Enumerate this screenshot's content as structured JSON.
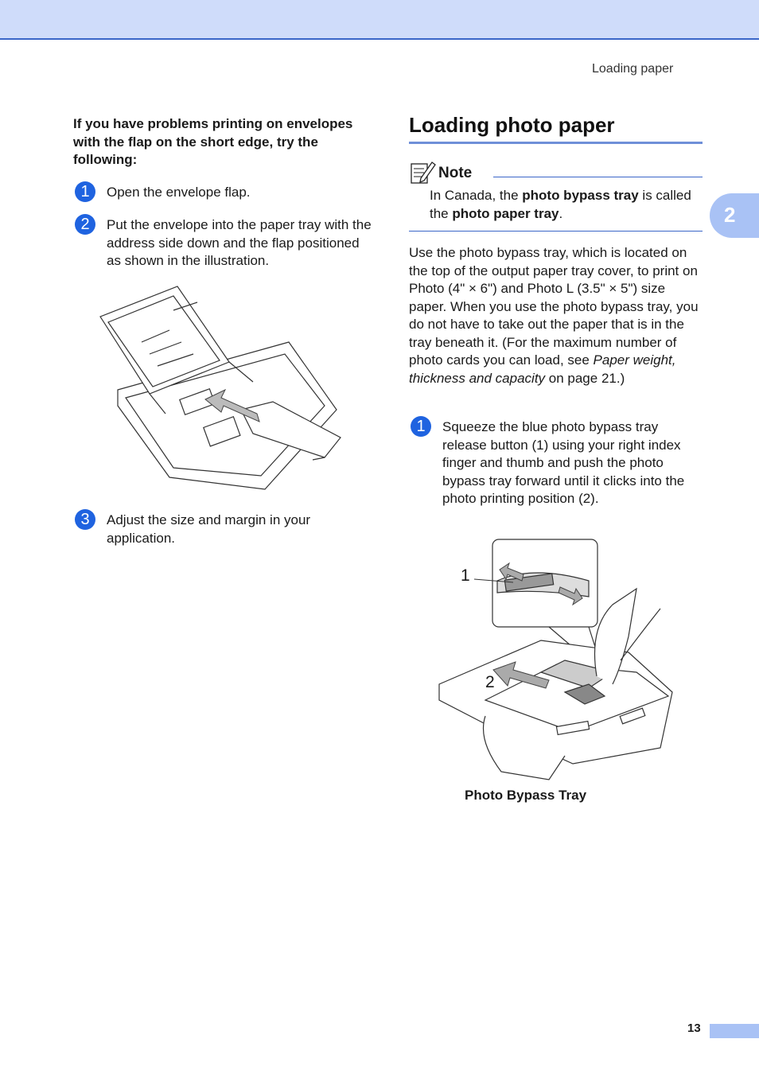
{
  "header": {
    "running_head": "Loading paper",
    "chapter_tab": "2"
  },
  "left": {
    "heading": "If you have problems printing on envelopes with the flap on the short edge, try the following:",
    "steps": [
      {
        "marker": "1",
        "text": "Open the envelope flap."
      },
      {
        "marker": "2",
        "text": "Put the envelope into the paper tray with the address side down and the flap positioned as shown in the illustration."
      },
      {
        "marker": "3",
        "text": "Adjust the size and margin in your application."
      }
    ]
  },
  "right": {
    "title": "Loading photo paper",
    "note": {
      "label": "Note",
      "text_1": "In Canada, the ",
      "bold_1": "photo bypass tray",
      "text_2": " is called the ",
      "bold_2": "photo paper tray",
      "text_3": "."
    },
    "paragraph": {
      "text_1": "Use the photo bypass tray, which is located on the top of the output paper tray cover, to print on Photo (4\" × 6\") and Photo L (3.5\" × 5\") size paper. When you use the photo bypass tray, you do not have to take out the paper that is in the tray beneath it. (For the maximum number of photo cards you can load, see ",
      "italic": "Paper weight, thickness and capacity",
      "text_2": " on page 21.)"
    },
    "step": {
      "marker": "1",
      "text": "Squeeze the blue photo bypass tray release button (1) using your right index finger and thumb and push the photo bypass tray forward until it clicks into the photo printing position (2)."
    },
    "figure": {
      "callout_1": "1",
      "callout_2": "2",
      "caption": "Photo Bypass Tray"
    }
  },
  "footer": {
    "page_number": "13"
  },
  "colors": {
    "accent": "#1f63e0",
    "band": "#cfdcfa",
    "tab": "#a9c2f5",
    "rule": "#3a66c8"
  }
}
